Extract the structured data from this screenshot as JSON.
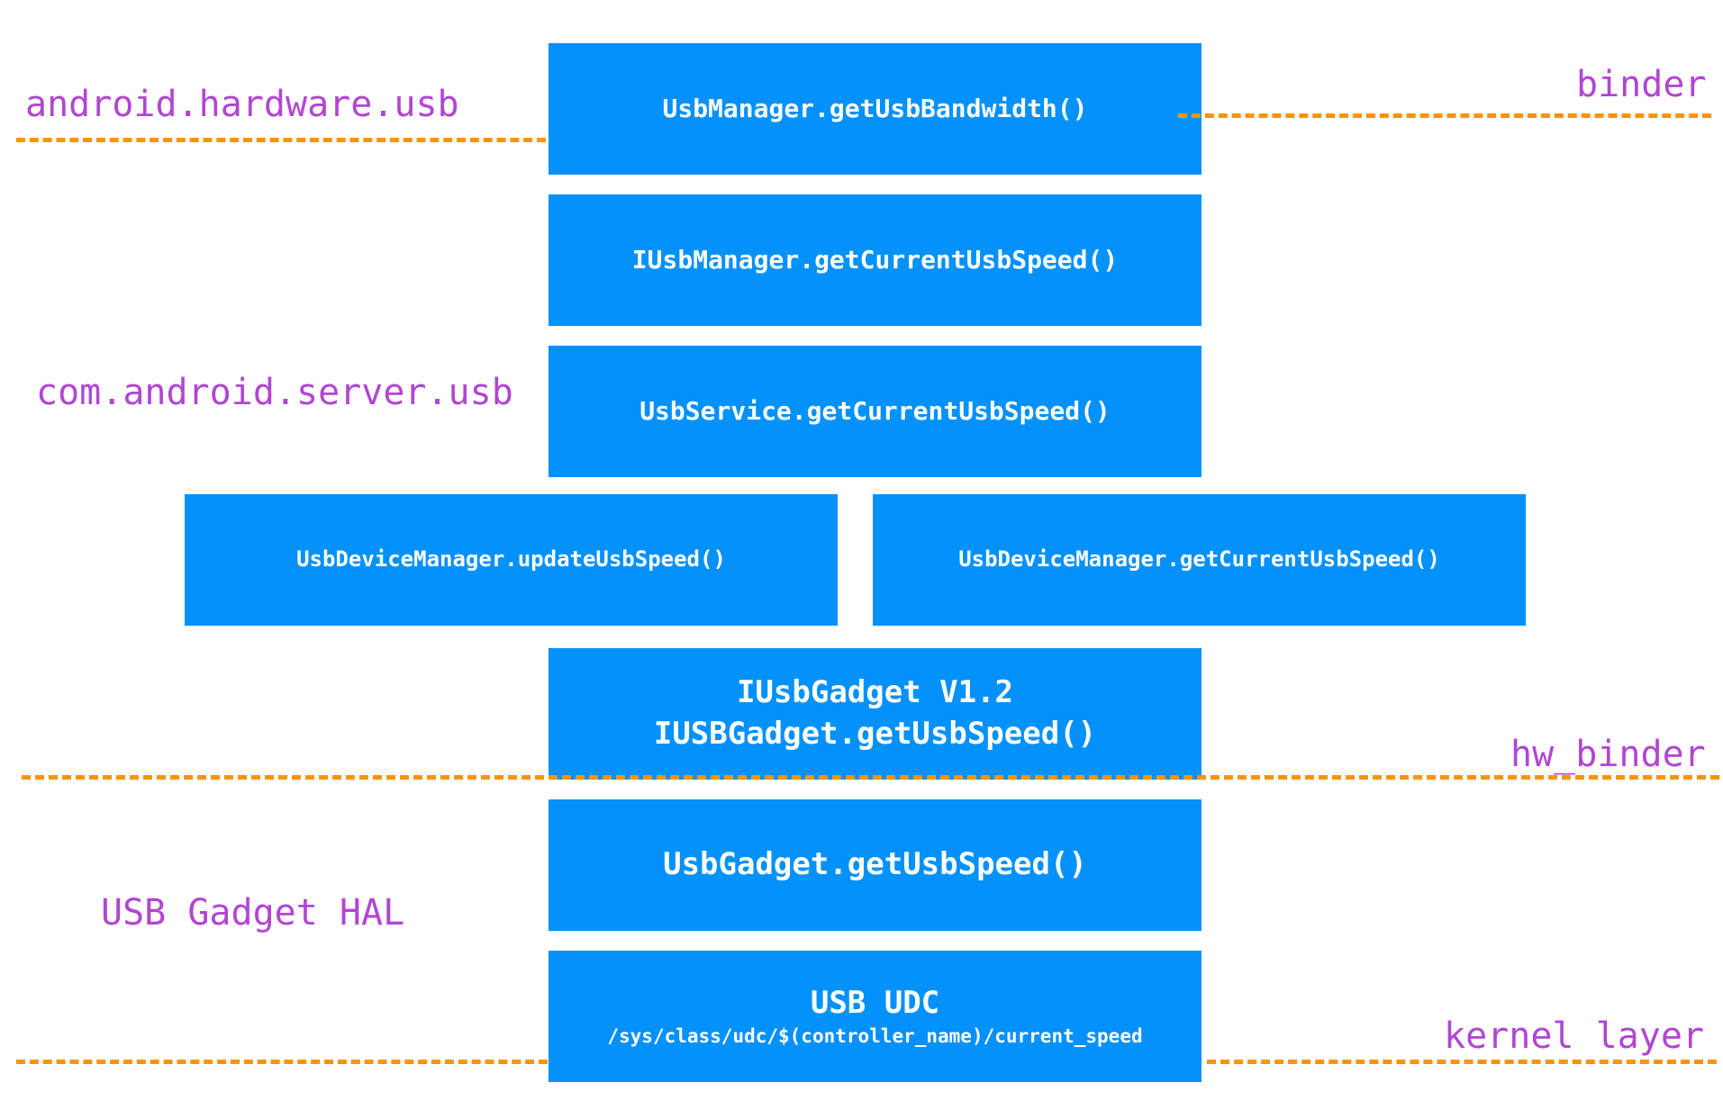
{
  "colors": {
    "box": "#0391fb",
    "box_text": "#ffffff",
    "layer_label": "#b146d3",
    "boundary": "#f89406"
  },
  "layers": {
    "android_hardware_usb": "android.hardware.usb",
    "binder": "binder",
    "com_android_server_usb": "com.android.server.usb",
    "hw_binder": "hw_binder",
    "usb_gadget_hal": "USB Gadget HAL",
    "kernel_layer": "kernel layer"
  },
  "boxes": {
    "usb_manager": "UsbManager.getUsbBandwidth()",
    "iusb_manager": "IUsbManager.getCurrentUsbSpeed()",
    "usb_service": "UsbService.getCurrentUsbSpeed()",
    "device_manager_update": "UsbDeviceManager.updateUsbSpeed()",
    "device_manager_get": "UsbDeviceManager.getCurrentUsbSpeed()",
    "iusb_gadget_version": "IUsbGadget V1.2",
    "iusb_gadget_call": "IUSBGadget.getUsbSpeed()",
    "usb_gadget": "UsbGadget.getUsbSpeed()",
    "usb_udc_title": "USB UDC",
    "usb_udc_path": "/sys/class/udc/$(controller_name)/current_speed"
  }
}
